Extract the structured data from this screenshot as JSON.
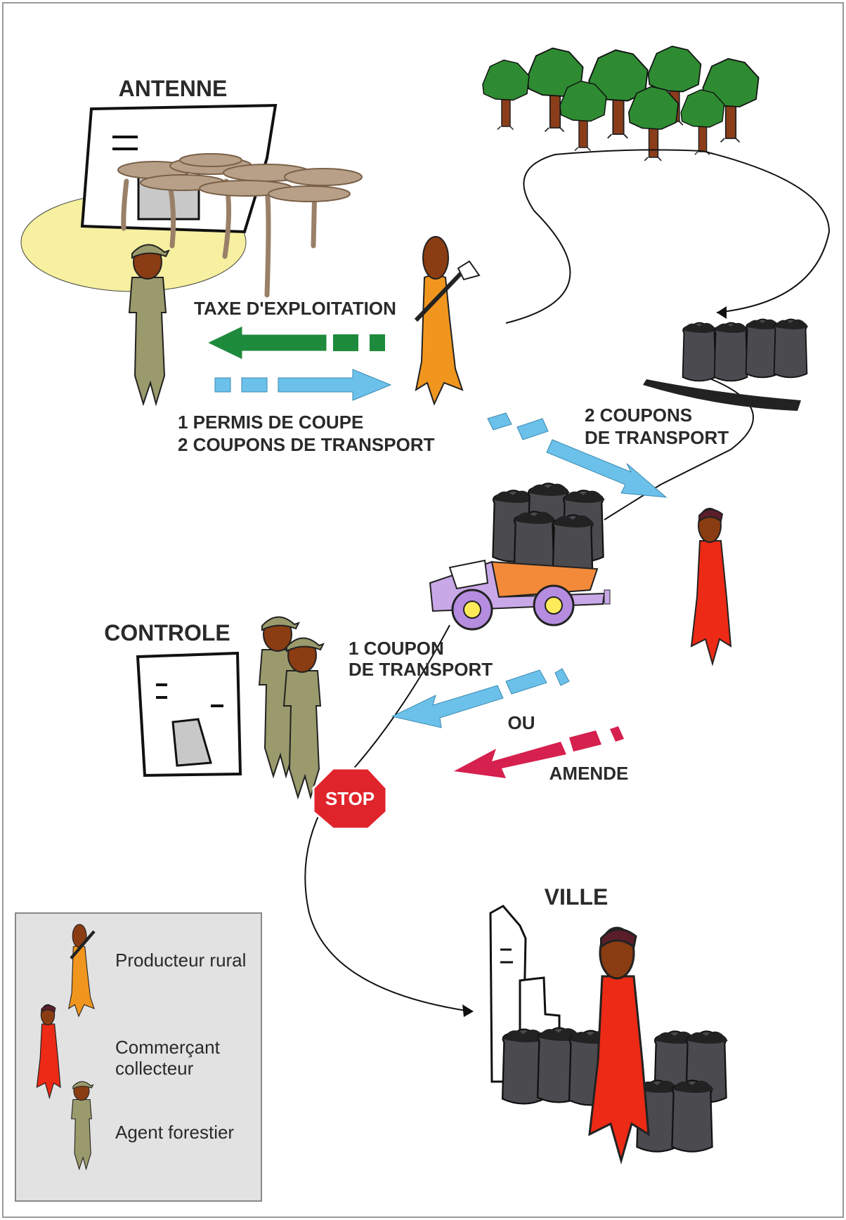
{
  "places": {
    "antenne": "ANTENNE",
    "controle": "CONTROLE",
    "ville": "VILLE",
    "stop": "STOP"
  },
  "flows": {
    "taxe": "TAXE D'EXPLOITATION",
    "permis_line1": "1 PERMIS DE COUPE",
    "permis_line2": "2 COUPONS DE TRANSPORT",
    "coupons_line1": "2 COUPONS",
    "coupons_line2": "DE TRANSPORT",
    "coupon_line1": "1 COUPON",
    "coupon_line2": "DE TRANSPORT",
    "ou": "OU",
    "amende": "AMENDE"
  },
  "legend": {
    "producteur": "Producteur rural",
    "commercant_line1": "Commerçant",
    "commercant_line2": "collecteur",
    "agent": "Agent forestier"
  },
  "colors": {
    "green_arrow": "#1e8a3c",
    "blue_arrow": "#6cc1ea",
    "red_arrow": "#d6204e",
    "producteur": "#f0961e",
    "commercant": "#ec2a15",
    "agent": "#9a9a6c",
    "skin": "#8a3c12",
    "tree_leaf": "#2e8b32",
    "tree_trunk": "#8b3d1a",
    "charcoal": "#4a4a4f",
    "hut_ground": "#f6f0a0",
    "legend_bg": "#e2e2e2",
    "stop": "#e0242c",
    "truck_body": "#c9a8e8",
    "truck_cargo": "#f38a3a"
  },
  "icons": [
    "forest-icon",
    "hut-icon",
    "charcoal-sacks-icon",
    "truck-icon",
    "stop-sign-icon",
    "building-icon",
    "city-icon"
  ]
}
